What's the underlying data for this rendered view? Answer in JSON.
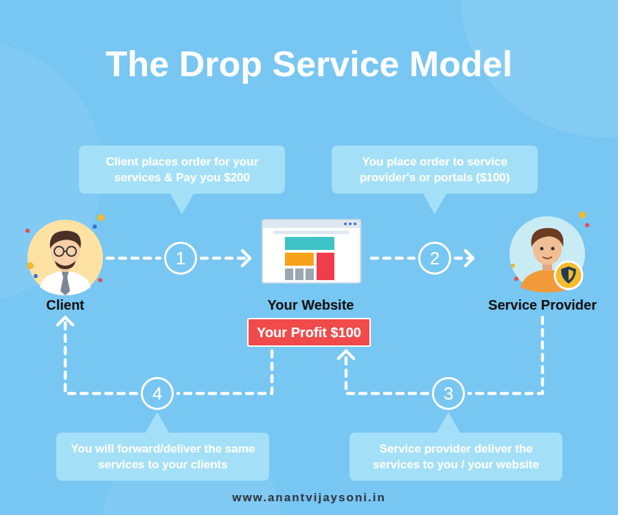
{
  "diagram": {
    "title": "The Drop Service Model",
    "nodes": [
      {
        "text": [
          "Client places order for your services & Pay you $200"
        ]
      },
      {
        "text": [
          "You place order to service provider's or portals ($100)"
        ]
      },
      {
        "text": [
          "Client"
        ]
      },
      {
        "text": [
          "1"
        ]
      },
      {
        "text": [
          "Your Website"
        ]
      },
      {
        "text": [
          "2"
        ]
      },
      {
        "text": [
          "Service Provider"
        ]
      },
      {
        "text": [
          "Your Profit $100"
        ]
      },
      {
        "text": [
          "4"
        ]
      },
      {
        "text": [
          "3"
        ]
      },
      {
        "text": [
          "You will forward/deliver the same services to your clients"
        ]
      },
      {
        "text": [
          "Service provider deliver the services to you / your website"
        ]
      }
    ],
    "edges": [
      {
        "from": 2,
        "to": 3,
        "arrow": "none"
      },
      {
        "from": 3,
        "to": 4,
        "arrow": "to"
      },
      {
        "from": 4,
        "to": 5,
        "arrow": "none"
      },
      {
        "from": 5,
        "to": 6,
        "arrow": "to"
      },
      {
        "from": 6,
        "to": 9,
        "arrow": "none"
      },
      {
        "from": 9,
        "to": 7,
        "arrow": "to"
      },
      {
        "from": 7,
        "to": 8,
        "arrow": "none"
      },
      {
        "from": 8,
        "to": 2,
        "arrow": "to"
      }
    ],
    "labels": [
      "www.anantvijaysoni.in"
    ]
  }
}
